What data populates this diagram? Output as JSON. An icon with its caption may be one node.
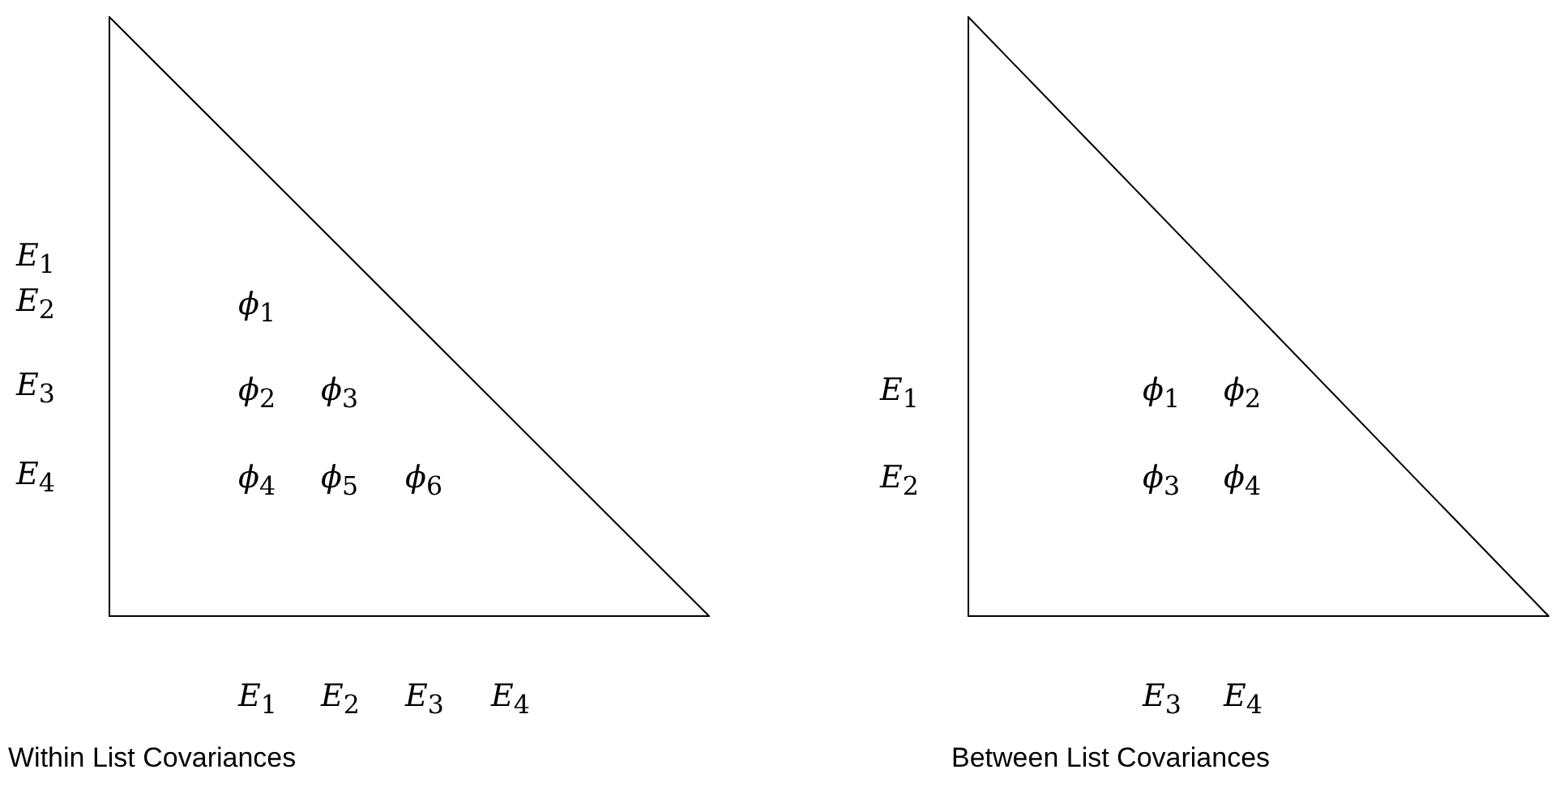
{
  "diagram": {
    "nodes": [
      {
        "text": [],
        "shape": "triangle"
      },
      {
        "text": [],
        "shape": "triangle"
      }
    ],
    "labels": [
      "*E*$_{1}$",
      "*E*$_{2}$",
      "*ϕ*$_{1}$",
      "*E*$_{3}$",
      "*ϕ*$_{2}$",
      "*ϕ*$_{3}$",
      "*E*$_{4}$",
      "*ϕ*$_{4}$",
      "*ϕ*$_{5}$",
      "*ϕ*$_{6}$",
      "*E*$_{1}$",
      "*E*$_{2}$",
      "*E*$_{3}$",
      "*E*$_{4}$",
      "Within List Covariances",
      "*E*$_{1}$",
      "*ϕ*$_{1}$",
      "*ϕ*$_{2}$",
      "*E*$_{2}$",
      "*ϕ*$_{3}$",
      "*ϕ*$_{4}$",
      "*E*$_{3}$",
      "*E*$_{4}$",
      "Between List Covariances"
    ]
  }
}
